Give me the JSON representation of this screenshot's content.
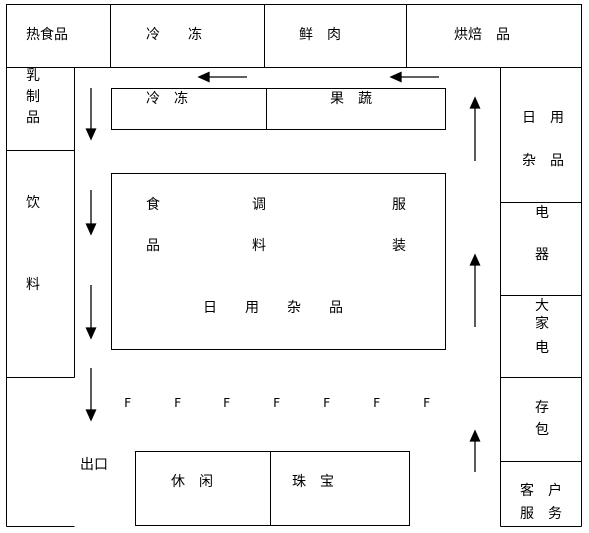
{
  "sections": {
    "hot_food": "热食品",
    "frozen_top": "冷　　冻",
    "fresh_meat": "鲜　肉",
    "bakery": "烘焙　品",
    "dairy_1": "乳",
    "dairy_2": "制",
    "dairy_3": "品",
    "frozen_inner": "冷　冻",
    "fruit_veg": "果　蔬",
    "daily_right_1": "日　用",
    "daily_right_2": "杂　品",
    "appliance_1": "电",
    "appliance_2": "器",
    "drinks_1": "饮",
    "drinks_2": "料",
    "food_1": "食",
    "food_2": "品",
    "seasoning_1": "调",
    "seasoning_2": "料",
    "clothing_1": "服",
    "clothing_2": "装",
    "daily_center": "日　　用　　杂　　品",
    "big_appliance_1": "大",
    "big_appliance_2": "家",
    "big_appliance_3": "电",
    "storage_1": "存",
    "storage_2": "包",
    "service_1": "客　户",
    "service_2": "服　务",
    "exit": "出口",
    "leisure": "休　闲",
    "jewelry": "珠　宝"
  },
  "checkout_lanes": [
    "F",
    "F",
    "F",
    "F",
    "F",
    "F",
    "F"
  ]
}
